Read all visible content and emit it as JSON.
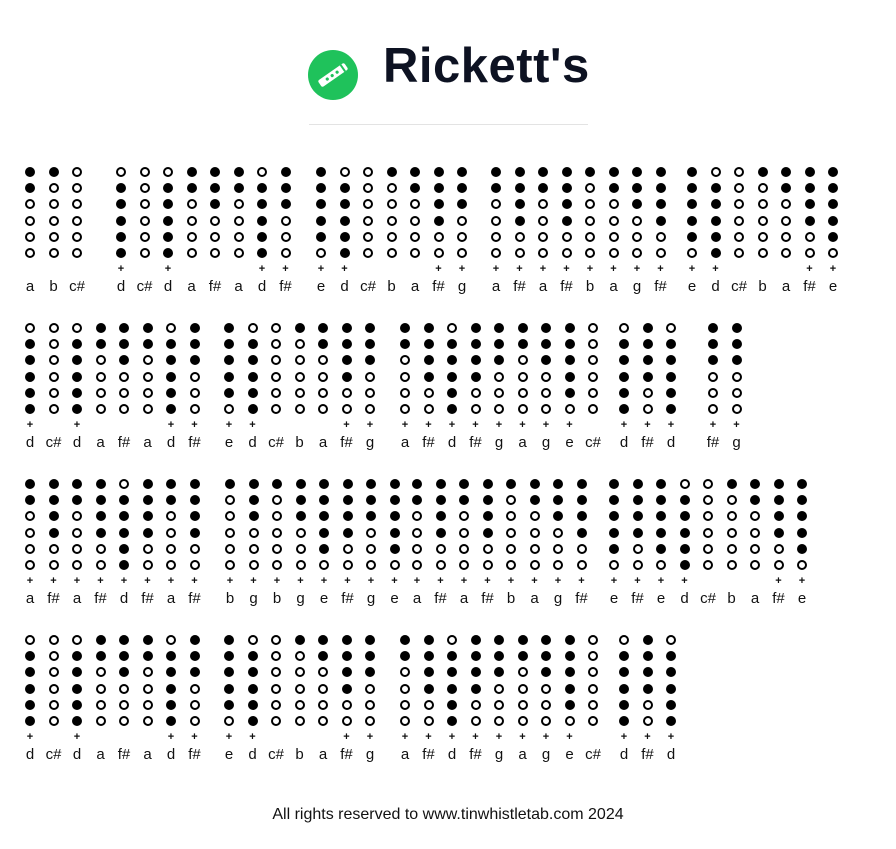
{
  "header": {
    "title": "Rickett's",
    "logo_icon": "tin-whistle-icon",
    "logo_color": "#1fc25b"
  },
  "footer": {
    "text": "All rights reserved to www.tinwhistletab.com 2024"
  },
  "legend": {
    "closed_hole": "filled circle",
    "open_hole": "open circle",
    "octave_mark": "+"
  },
  "tablature": [
    {
      "row": 1,
      "groups": [
        {
          "notes": [
            {
              "n": "a",
              "h": "CCOOOO",
              "p": false
            },
            {
              "n": "b",
              "h": "COOOOO",
              "p": false
            },
            {
              "n": "c#",
              "h": "OOOOOO",
              "p": false
            }
          ]
        },
        {
          "notes": [
            {
              "n": "d",
              "h": "OCCCCC",
              "p": true
            },
            {
              "n": "c#",
              "h": "OOOOOO",
              "p": false
            },
            {
              "n": "d",
              "h": "OCCCCC",
              "p": true
            },
            {
              "n": "a",
              "h": "CCOOOO",
              "p": false
            },
            {
              "n": "f#",
              "h": "CCCOOO",
              "p": false
            },
            {
              "n": "a",
              "h": "CCOOOO",
              "p": false
            },
            {
              "n": "d",
              "h": "OCCCCC",
              "p": true
            },
            {
              "n": "f#",
              "h": "CCCOOO",
              "p": true
            }
          ]
        },
        {
          "notes": [
            {
              "n": "e",
              "h": "CCCCCO",
              "p": true
            },
            {
              "n": "d",
              "h": "OCCCCC",
              "p": true
            },
            {
              "n": "c#",
              "h": "OOOOOO",
              "p": false
            },
            {
              "n": "b",
              "h": "COOOOO",
              "p": false
            },
            {
              "n": "a",
              "h": "CCOOOO",
              "p": false
            },
            {
              "n": "f#",
              "h": "CCCCOO",
              "p": true
            },
            {
              "n": "g",
              "h": "CCCOOO",
              "p": true
            }
          ]
        },
        {
          "notes": [
            {
              "n": "a",
              "h": "CCOOOO",
              "p": true
            },
            {
              "n": "f#",
              "h": "CCCCOO",
              "p": true
            },
            {
              "n": "a",
              "h": "CCOOOO",
              "p": true
            },
            {
              "n": "f#",
              "h": "CCCCOO",
              "p": true
            },
            {
              "n": "b",
              "h": "COOOOO",
              "p": true
            },
            {
              "n": "a",
              "h": "CCOOOO",
              "p": true
            },
            {
              "n": "g",
              "h": "CCCOOO",
              "p": true
            },
            {
              "n": "f#",
              "h": "CCCCOO",
              "p": true
            }
          ]
        },
        {
          "notes": [
            {
              "n": "e",
              "h": "CCCCCO",
              "p": true
            },
            {
              "n": "d",
              "h": "OCCCCC",
              "p": true
            },
            {
              "n": "c#",
              "h": "OOOOOO",
              "p": false
            },
            {
              "n": "b",
              "h": "COOOOO",
              "p": false
            },
            {
              "n": "a",
              "h": "CCOOOO",
              "p": false
            },
            {
              "n": "f#",
              "h": "CCCCOO",
              "p": true
            },
            {
              "n": "e",
              "h": "CCCCCO",
              "p": true
            }
          ]
        }
      ]
    },
    {
      "row": 2,
      "groups": [
        {
          "notes": [
            {
              "n": "d",
              "h": "OCCCCC",
              "p": true
            },
            {
              "n": "c#",
              "h": "OOOOOO",
              "p": false
            },
            {
              "n": "d",
              "h": "OCCCCC",
              "p": true
            },
            {
              "n": "a",
              "h": "CCOOOO",
              "p": false
            },
            {
              "n": "f#",
              "h": "CCCOOO",
              "p": false
            },
            {
              "n": "a",
              "h": "CCOOOO",
              "p": false
            },
            {
              "n": "d",
              "h": "OCCCCC",
              "p": true
            },
            {
              "n": "f#",
              "h": "CCCOOO",
              "p": true
            }
          ]
        },
        {
          "notes": [
            {
              "n": "e",
              "h": "CCCCCO",
              "p": true
            },
            {
              "n": "d",
              "h": "OCCCCC",
              "p": true
            },
            {
              "n": "c#",
              "h": "OOOOOO",
              "p": false
            },
            {
              "n": "b",
              "h": "COOOOO",
              "p": false
            },
            {
              "n": "a",
              "h": "CCOOOO",
              "p": false
            },
            {
              "n": "f#",
              "h": "CCCCOO",
              "p": true
            },
            {
              "n": "g",
              "h": "CCCOOO",
              "p": true
            }
          ]
        },
        {
          "notes": [
            {
              "n": "a",
              "h": "CCOOOO",
              "p": true
            },
            {
              "n": "f#",
              "h": "CCCCOO",
              "p": true
            },
            {
              "n": "d",
              "h": "OCCCCC",
              "p": true
            },
            {
              "n": "f#",
              "h": "CCCCOO",
              "p": true
            },
            {
              "n": "g",
              "h": "CCCOOO",
              "p": true
            },
            {
              "n": "a",
              "h": "CCOOOO",
              "p": true
            },
            {
              "n": "g",
              "h": "CCCOOO",
              "p": true
            },
            {
              "n": "e",
              "h": "CCCCCO",
              "p": true
            },
            {
              "n": "c#",
              "h": "OOOOOO",
              "p": false
            }
          ]
        },
        {
          "notes": [
            {
              "n": "d",
              "h": "OCCCCC",
              "p": true
            },
            {
              "n": "f#",
              "h": "CCCCOO",
              "p": true
            },
            {
              "n": "d",
              "h": "OCCCCC",
              "p": true
            }
          ]
        },
        {
          "notes": [
            {
              "n": "f#",
              "h": "CCCOOO",
              "p": true
            },
            {
              "n": "g",
              "h": "CCCOOO",
              "p": true
            }
          ]
        }
      ]
    },
    {
      "row": 3,
      "groups": [
        {
          "notes": [
            {
              "n": "a",
              "h": "CCOOOO",
              "p": true
            },
            {
              "n": "f#",
              "h": "CCCCOO",
              "p": true
            },
            {
              "n": "a",
              "h": "CCOOOO",
              "p": true
            },
            {
              "n": "f#",
              "h": "CCCCOO",
              "p": true
            },
            {
              "n": "d",
              "h": "OCCCCC",
              "p": true
            },
            {
              "n": "f#",
              "h": "CCCCOO",
              "p": true
            },
            {
              "n": "a",
              "h": "CCOOOO",
              "p": true
            },
            {
              "n": "f#",
              "h": "CCCCOO",
              "p": true
            }
          ]
        },
        {
          "notes": [
            {
              "n": "b",
              "h": "COOOOO",
              "p": true
            },
            {
              "n": "g",
              "h": "CCCOOO",
              "p": true
            },
            {
              "n": "b",
              "h": "COOOOO",
              "p": true
            },
            {
              "n": "g",
              "h": "CCCOOO",
              "p": true
            },
            {
              "n": "e",
              "h": "CCCCCO",
              "p": true
            },
            {
              "n": "f#",
              "h": "CCCCOO",
              "p": true
            },
            {
              "n": "g",
              "h": "CCCOOO",
              "p": true
            },
            {
              "n": "e",
              "h": "CCCCCO",
              "p": true
            }
          ]
        },
        {
          "notes": [
            {
              "n": "a",
              "h": "CCOOOO",
              "p": true
            },
            {
              "n": "f#",
              "h": "CCCCOO",
              "p": true
            },
            {
              "n": "a",
              "h": "CCOOOO",
              "p": true
            },
            {
              "n": "f#",
              "h": "CCCCOO",
              "p": true
            },
            {
              "n": "b",
              "h": "COOOOO",
              "p": true
            },
            {
              "n": "a",
              "h": "CCOOOO",
              "p": true
            },
            {
              "n": "g",
              "h": "CCCOOO",
              "p": true
            },
            {
              "n": "f#",
              "h": "CCCCOO",
              "p": true
            }
          ]
        },
        {
          "notes": [
            {
              "n": "e",
              "h": "CCCCCO",
              "p": true
            },
            {
              "n": "f#",
              "h": "CCCCOO",
              "p": true
            },
            {
              "n": "e",
              "h": "CCCCCO",
              "p": true
            },
            {
              "n": "d",
              "h": "OCCCCC",
              "p": true
            },
            {
              "n": "c#",
              "h": "OOOOOO",
              "p": false
            },
            {
              "n": "b",
              "h": "COOOOO",
              "p": false
            },
            {
              "n": "a",
              "h": "CCOOOO",
              "p": false
            },
            {
              "n": "f#",
              "h": "CCCCOO",
              "p": true
            },
            {
              "n": "e",
              "h": "CCCCCO",
              "p": true
            }
          ]
        }
      ]
    },
    {
      "row": 4,
      "groups": [
        {
          "notes": [
            {
              "n": "d",
              "h": "OCCCCC",
              "p": true
            },
            {
              "n": "c#",
              "h": "OOOOOO",
              "p": false
            },
            {
              "n": "d",
              "h": "OCCCCC",
              "p": true
            },
            {
              "n": "a",
              "h": "CCOOOO",
              "p": false
            },
            {
              "n": "f#",
              "h": "CCCOOO",
              "p": false
            },
            {
              "n": "a",
              "h": "CCOOOO",
              "p": false
            },
            {
              "n": "d",
              "h": "OCCCCC",
              "p": true
            },
            {
              "n": "f#",
              "h": "CCCOOO",
              "p": true
            }
          ]
        },
        {
          "notes": [
            {
              "n": "e",
              "h": "CCCCCO",
              "p": true
            },
            {
              "n": "d",
              "h": "OCCCCC",
              "p": true
            },
            {
              "n": "c#",
              "h": "OOOOOO",
              "p": false
            },
            {
              "n": "b",
              "h": "COOOOO",
              "p": false
            },
            {
              "n": "a",
              "h": "CCOOOO",
              "p": false
            },
            {
              "n": "f#",
              "h": "CCCCOO",
              "p": true
            },
            {
              "n": "g",
              "h": "CCCOOO",
              "p": true
            }
          ]
        },
        {
          "notes": [
            {
              "n": "a",
              "h": "CCOOOO",
              "p": true
            },
            {
              "n": "f#",
              "h": "CCCCOO",
              "p": true
            },
            {
              "n": "d",
              "h": "OCCCCC",
              "p": true
            },
            {
              "n": "f#",
              "h": "CCCCOO",
              "p": true
            },
            {
              "n": "g",
              "h": "CCCOOO",
              "p": true
            },
            {
              "n": "a",
              "h": "CCOOOO",
              "p": true
            },
            {
              "n": "g",
              "h": "CCCOOO",
              "p": true
            },
            {
              "n": "e",
              "h": "CCCCCO",
              "p": true
            },
            {
              "n": "c#",
              "h": "OOOOOO",
              "p": false
            }
          ]
        },
        {
          "notes": [
            {
              "n": "d",
              "h": "OCCCCC",
              "p": true
            },
            {
              "n": "f#",
              "h": "CCCCOO",
              "p": true
            },
            {
              "n": "d",
              "h": "OCCCCC",
              "p": true
            }
          ]
        }
      ]
    }
  ]
}
